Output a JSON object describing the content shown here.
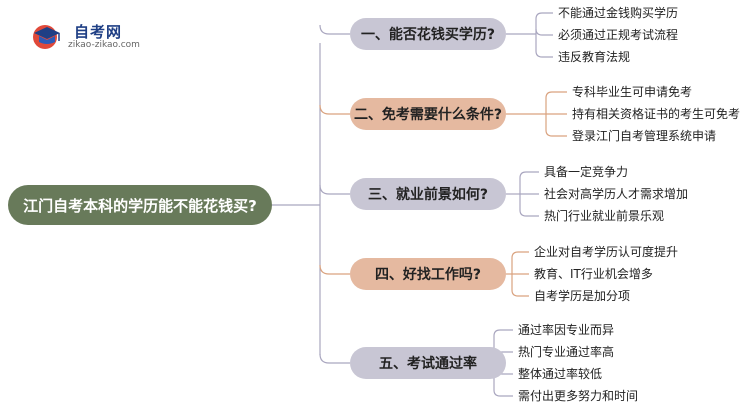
{
  "logo": {
    "title": "自考网",
    "url": "zikao-zikao.com"
  },
  "root": {
    "label": "江门自考本科的学历能不能花钱买?"
  },
  "branches": [
    {
      "label": "一、能否花钱买学历?",
      "items": [
        "不能通过金钱购买学历",
        "必须通过正规考试流程",
        "违反教育法规"
      ]
    },
    {
      "label": "二、免考需要什么条件?",
      "items": [
        "专科毕业生可申请免考",
        "持有相关资格证书的考生可免考",
        "登录江门自考管理系统申请"
      ]
    },
    {
      "label": "三、就业前景如何?",
      "items": [
        "具备一定竞争力",
        "社会对高学历人才需求增加",
        "热门行业就业前景乐观"
      ]
    },
    {
      "label": "四、好找工作吗?",
      "items": [
        "企业对自考学历认可度提升",
        "教育、IT行业机会增多",
        "自考学历是加分项"
      ]
    },
    {
      "label": "五、考试通过率",
      "items": [
        "通过率因专业而异",
        "热门专业通过率高",
        "整体通过率较低",
        "需付出更多努力和时间"
      ]
    }
  ],
  "colors": {
    "root": "#687a5a",
    "branch_purple": "#c8c6d4",
    "branch_peach": "#e5b9a0",
    "line_purple": "#a9a6bf",
    "line_peach": "#d9a27f"
  }
}
